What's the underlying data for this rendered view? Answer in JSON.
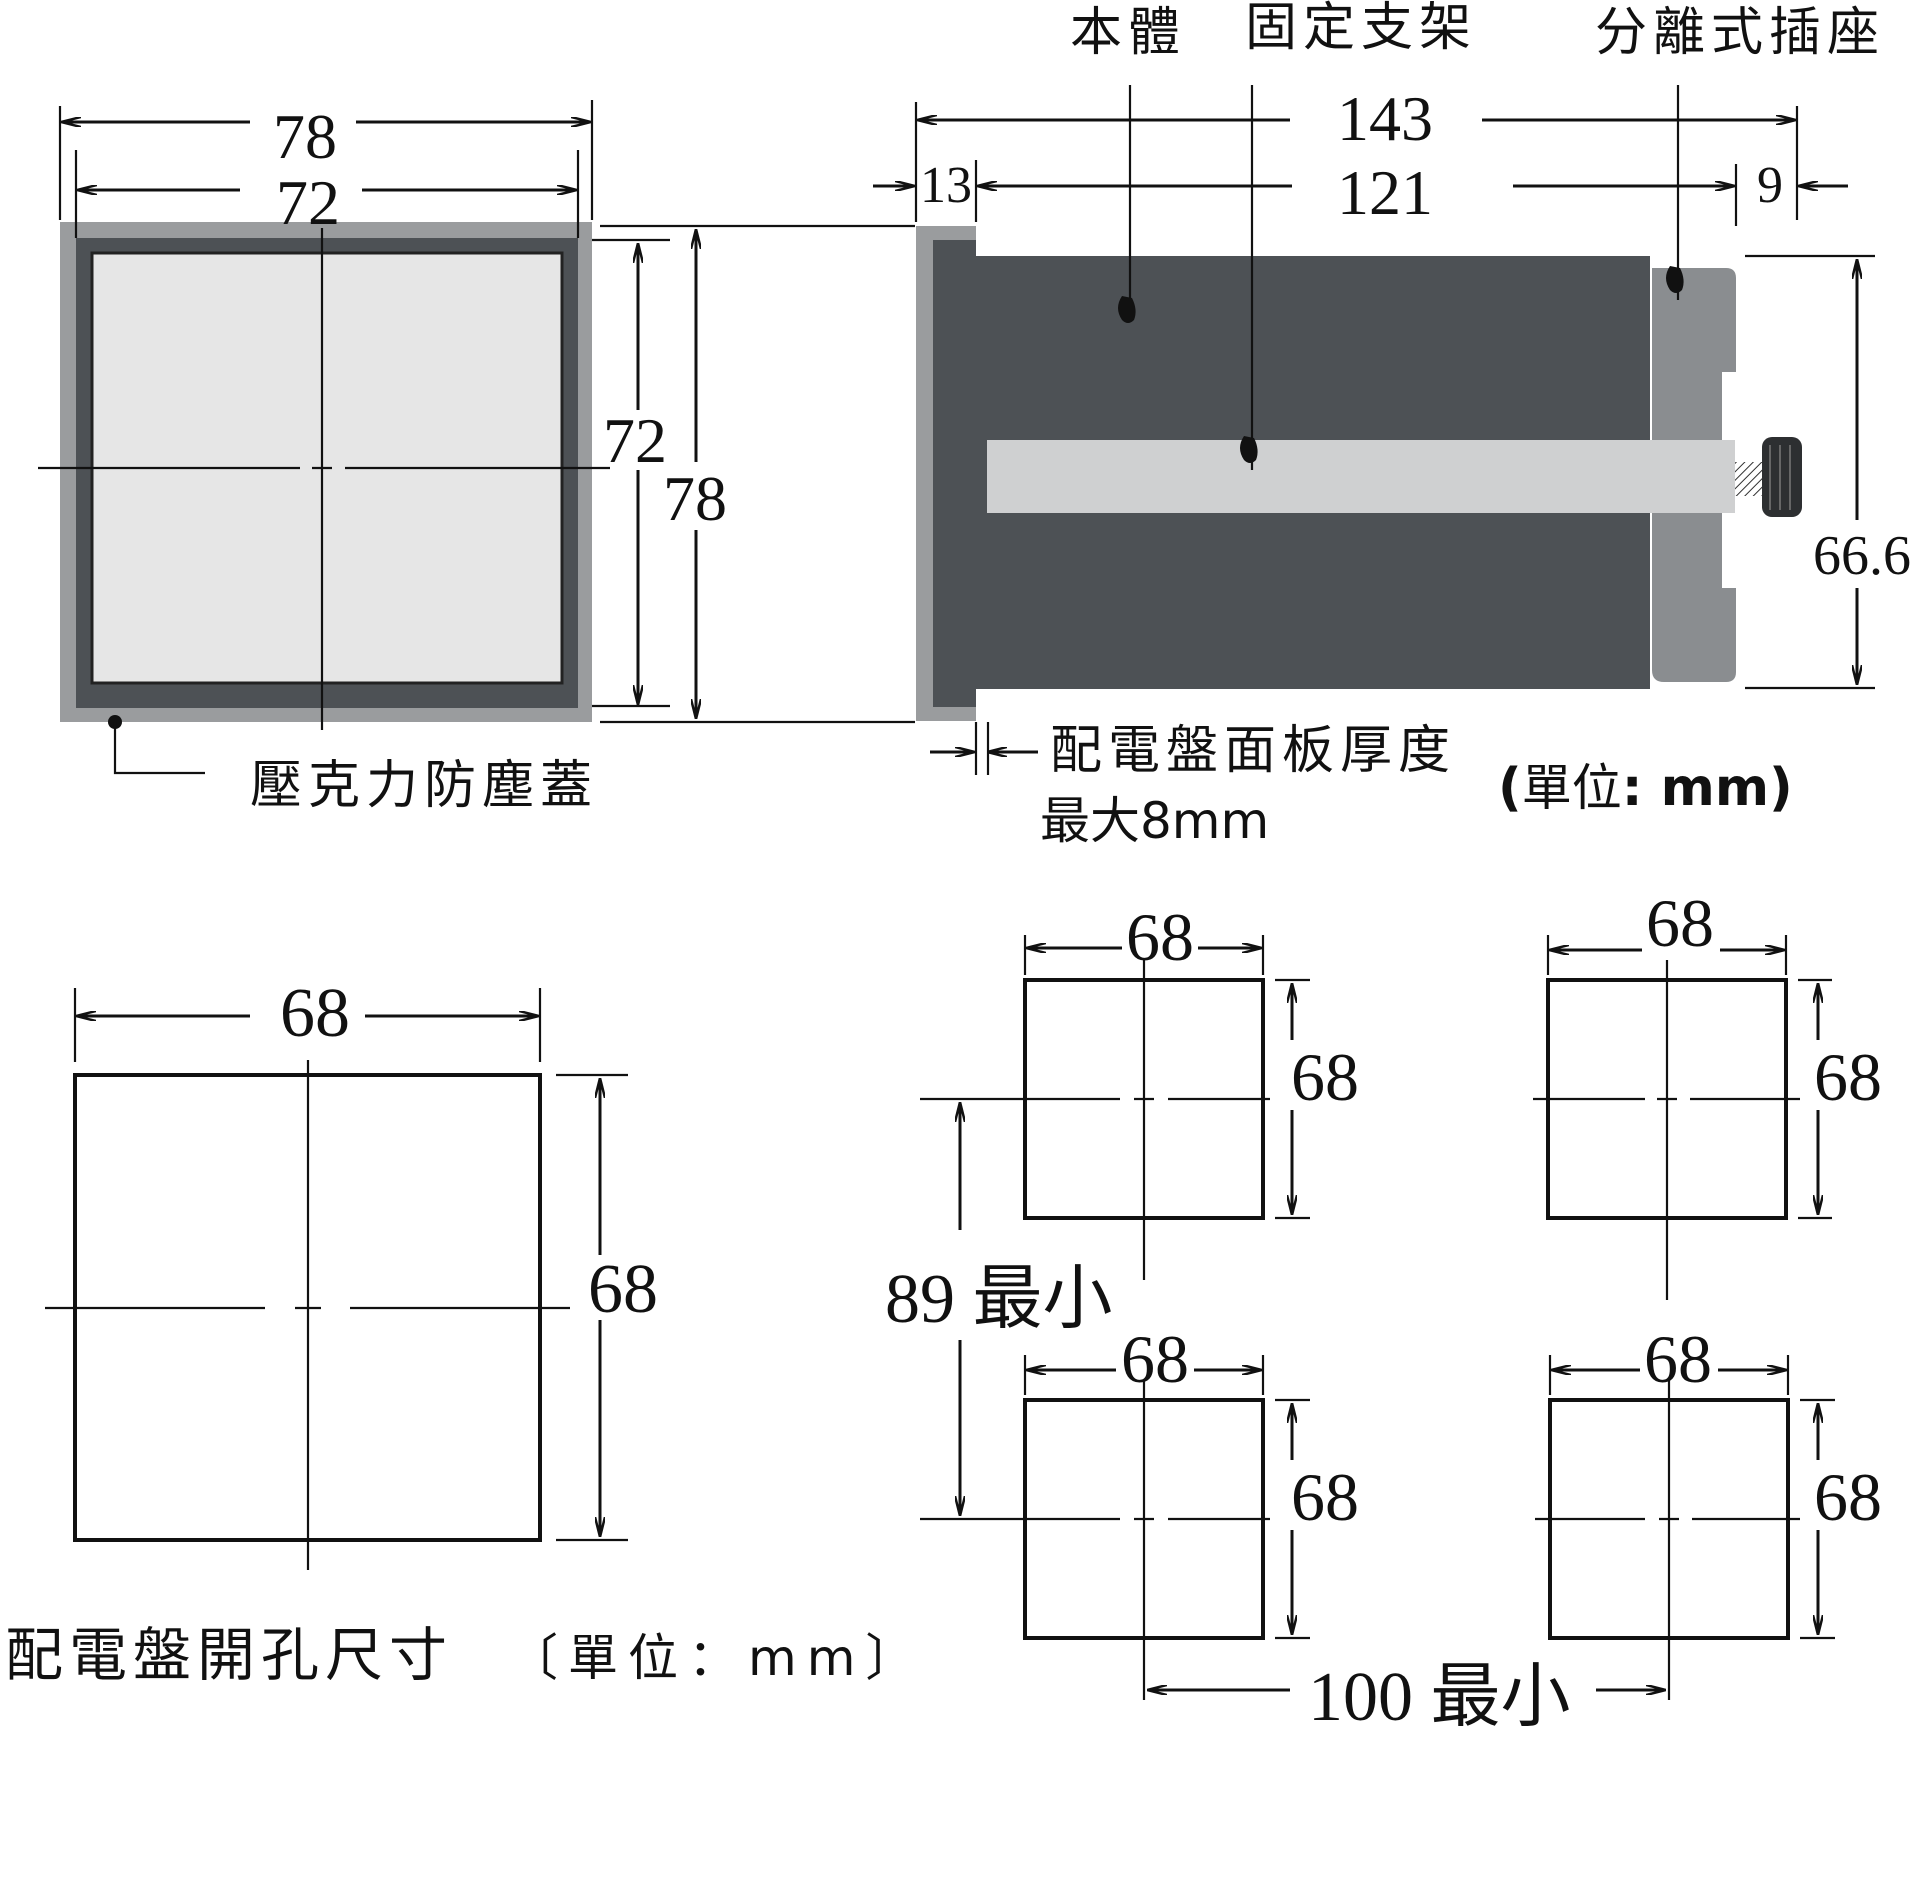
{
  "labels": {
    "body": "本體",
    "bracket": "固定支架",
    "socket": "分離式插座",
    "acrylic_cover": "壓克力防塵蓋",
    "panel_thickness": "配電盤面板厚度",
    "panel_thickness_max": "最大8mm",
    "unit_top_open": "(",
    "unit_top_cjk": "單位",
    "unit_top_mm": ": mm)",
    "cutout_title": "配電盤開孔尺寸",
    "cutout_unit": "〔單位：mm〕",
    "min_89": "89 最小",
    "min_100": "100 最小"
  },
  "dims": {
    "front_outer_w": "78",
    "front_inner_w": "72",
    "front_inner_h": "72",
    "front_outer_h": "78",
    "side_total": "143",
    "side_body": "121",
    "side_bezel": "13",
    "side_socket": "9",
    "side_height": "66.6",
    "cutout_w": "68",
    "cutout_h": "68",
    "grid_tl_w": "68",
    "grid_tl_h": "68",
    "grid_tr_w": "68",
    "grid_tr_h": "68",
    "grid_bl_w": "68",
    "grid_bl_h": "68",
    "grid_br_w": "68",
    "grid_br_h": "68"
  },
  "colors": {
    "bezel_outer": "#9a9c9e",
    "bezel_inner": "#4d5155",
    "window": "#e6e6e6",
    "body_dark": "#4d5155",
    "bracket": "#cfd0d1",
    "socket": "#8a8d90"
  }
}
